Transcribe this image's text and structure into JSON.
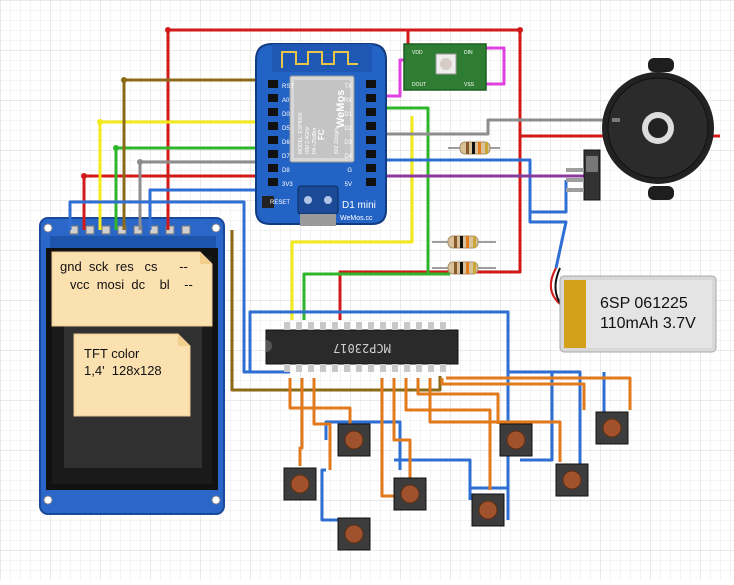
{
  "tft_note": {
    "line1": "gnd  sck  res   cs      --",
    "line2": "vcc  mosi  dc    bl    --"
  },
  "tft_label": {
    "line1": "TFT color",
    "line2": "1,4'  128x128"
  },
  "battery": {
    "line1": "6SP 061225",
    "line2": "110mAh 3.7V"
  },
  "wemos": {
    "brand": "WeMos",
    "model": "D1 mini",
    "site": "WeMos.cc",
    "reset_label": "RESET",
    "chip_line1": "MODEL: ESP8266",
    "chip_line2": "ISM 2.4GHz",
    "chip_line3": "PA +25dBm",
    "chip_line4": "802.11b/g/n",
    "fc": "FC",
    "left_pins": [
      "RST",
      "A0",
      "D0",
      "D5",
      "D6",
      "D7",
      "D8",
      "3V3"
    ],
    "right_pins": [
      "TX",
      "RX",
      "D1",
      "D2",
      "D3",
      "D4",
      "G",
      "5V"
    ]
  },
  "mcp_label": "MCP23017",
  "led_pins": {
    "vdd": "VDD",
    "din": "DIN",
    "dout": "DOUT",
    "vss": "VSS"
  },
  "colors": {
    "red": "#d11a1a",
    "yellow": "#f2ea19",
    "green": "#2fb52a",
    "brown": "#8b6a16",
    "blue": "#2f6fd4",
    "orange": "#e07a1c",
    "gray": "#7a7a7a",
    "purple": "#8a3a9e",
    "magenta": "#e040e0"
  }
}
